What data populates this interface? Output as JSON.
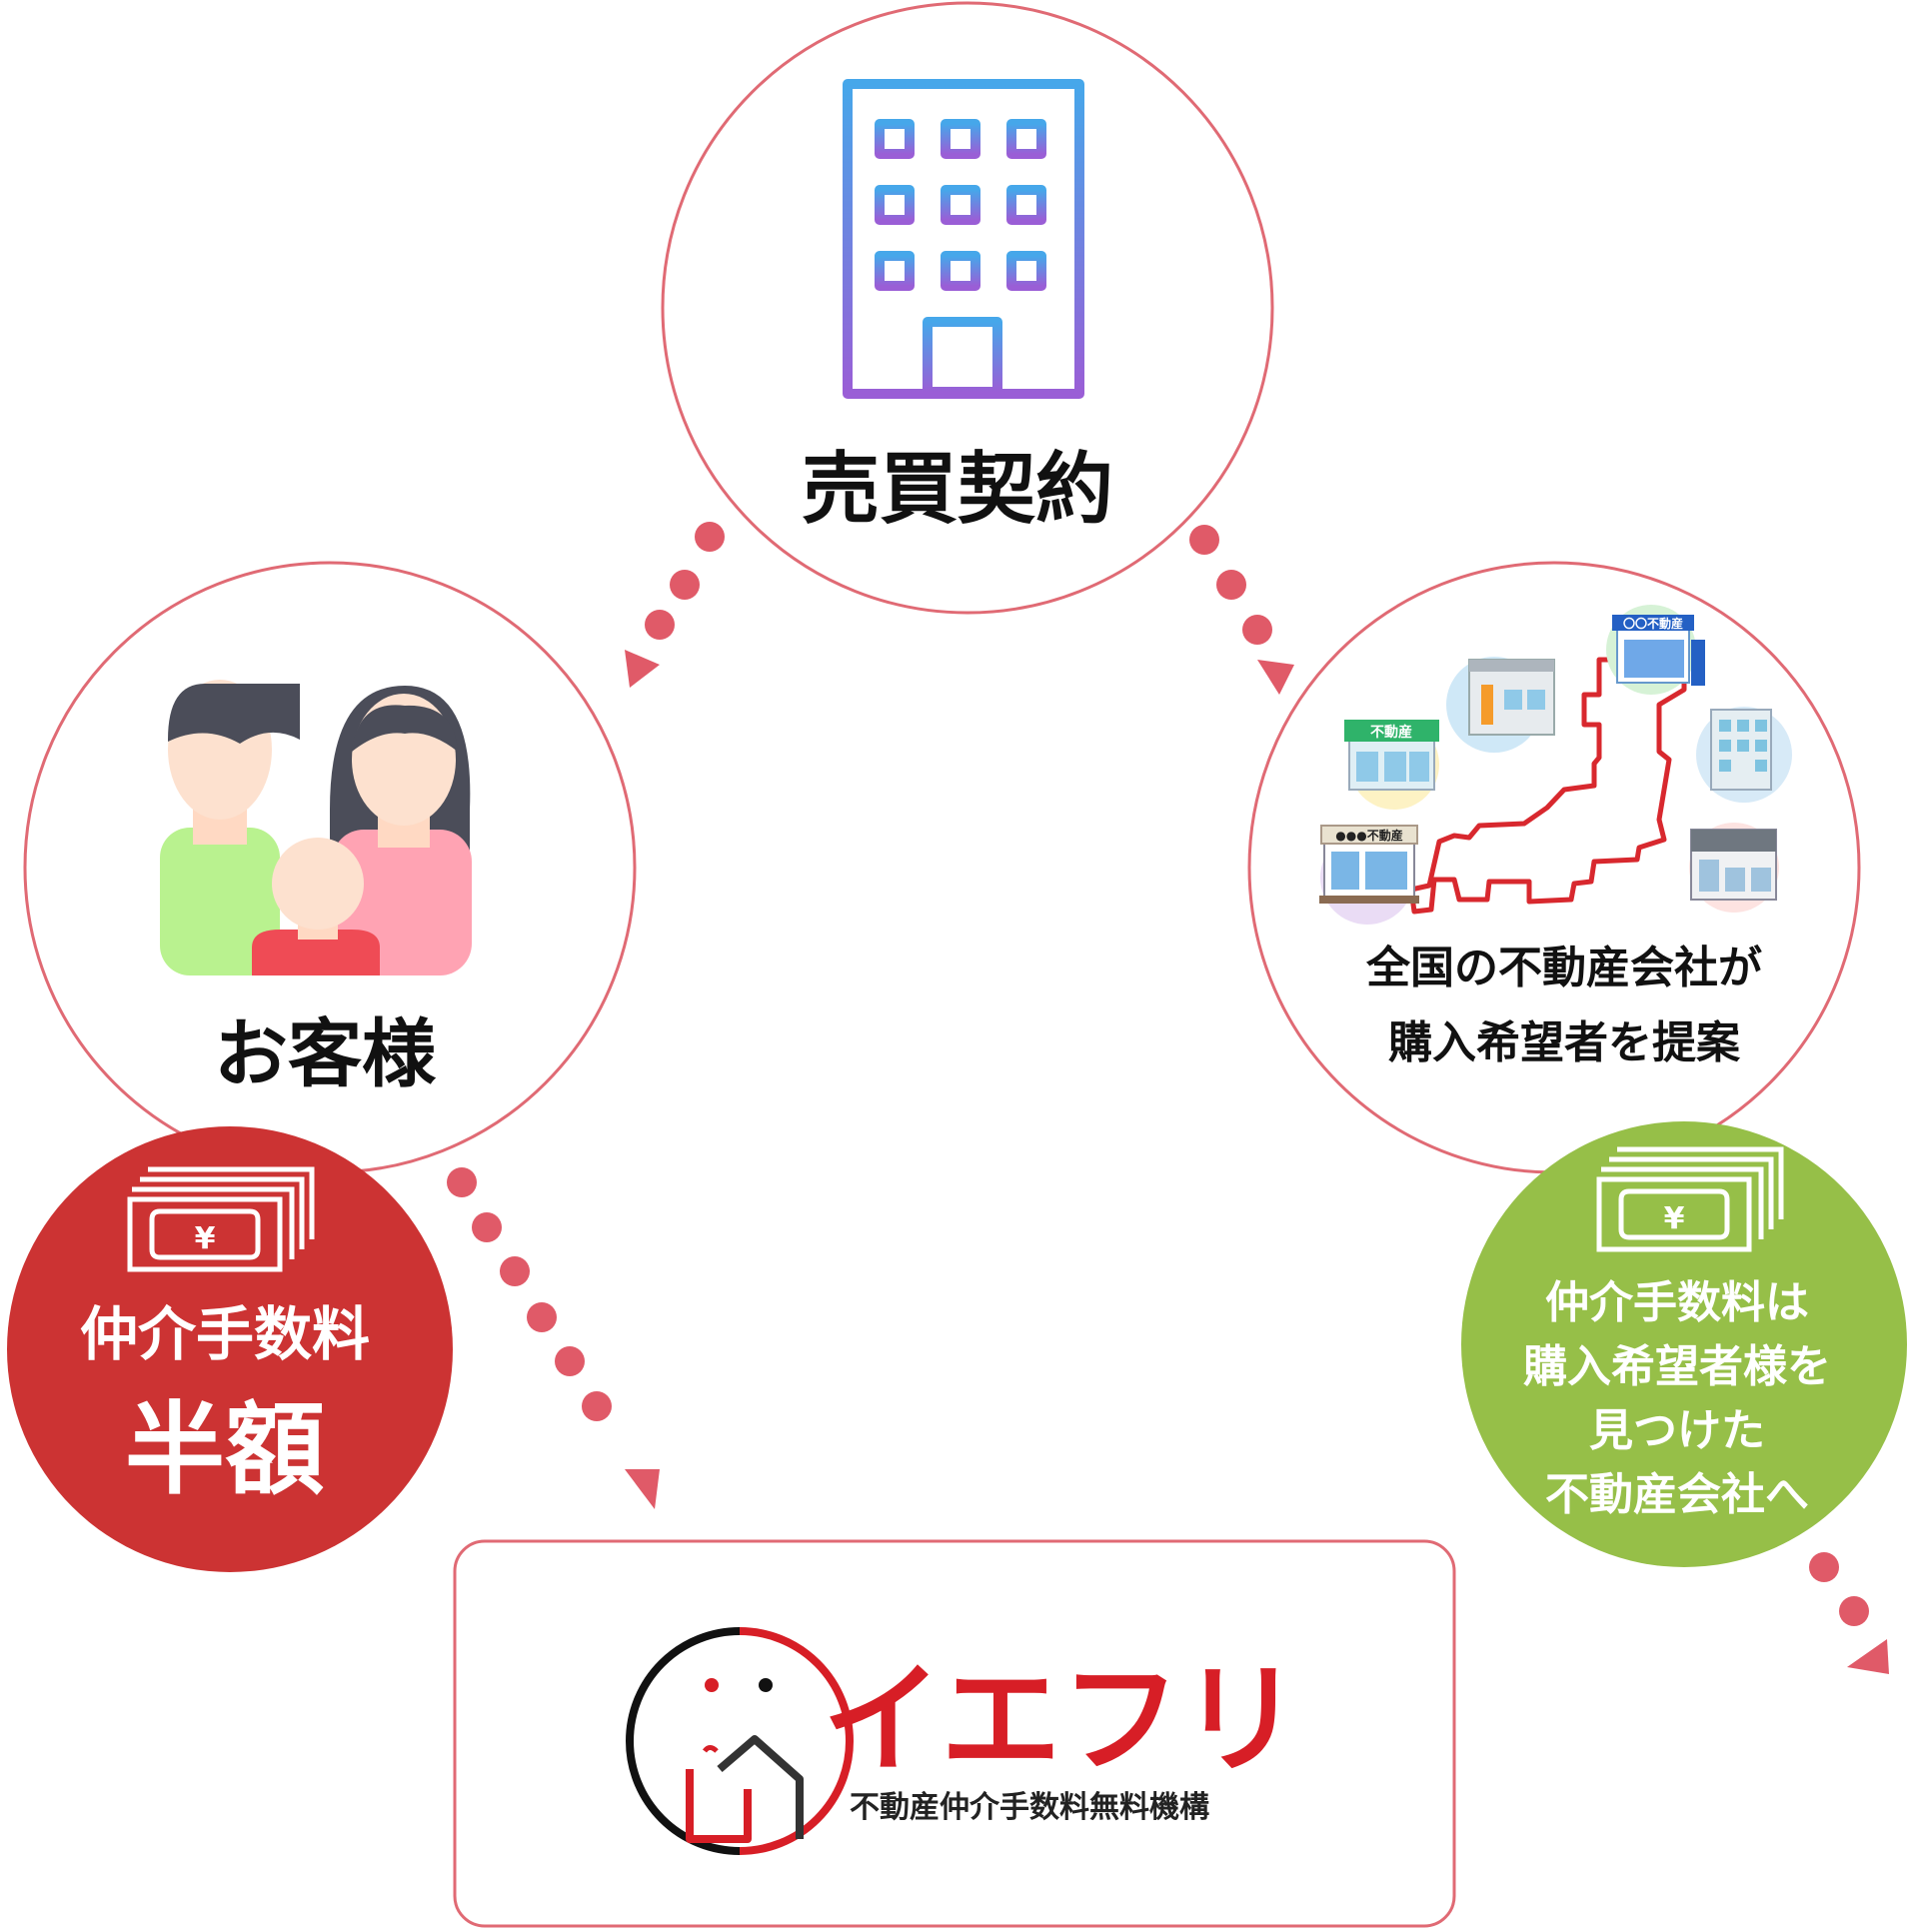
{
  "nodes": {
    "contract": {
      "label": "売買契約"
    },
    "customer": {
      "label": "お客様"
    },
    "agencies": {
      "label_line1": "全国の不動産会社が",
      "label_line2": "購入希望者を提案",
      "shop_signs": [
        "不動産",
        "〇〇不動産",
        "●●●不動産"
      ]
    }
  },
  "badges": {
    "discount": {
      "line1": "仲介手数料",
      "line2": "半額",
      "icon": "yen-banknote-icon",
      "color": "#cc3333"
    },
    "fee_flow": {
      "line1": "仲介手数料は",
      "line2": "購入希望者様を",
      "line3": "見つけた",
      "line4": "不動産会社へ",
      "icon": "yen-banknote-icon",
      "color": "#96bf48"
    }
  },
  "brand": {
    "name": "イエフリ",
    "subtitle": "不動産仲介手数料無料機構",
    "color": "#d71e26"
  },
  "colors": {
    "circle_stroke": "#e06a74",
    "dots": "#e05a68"
  }
}
